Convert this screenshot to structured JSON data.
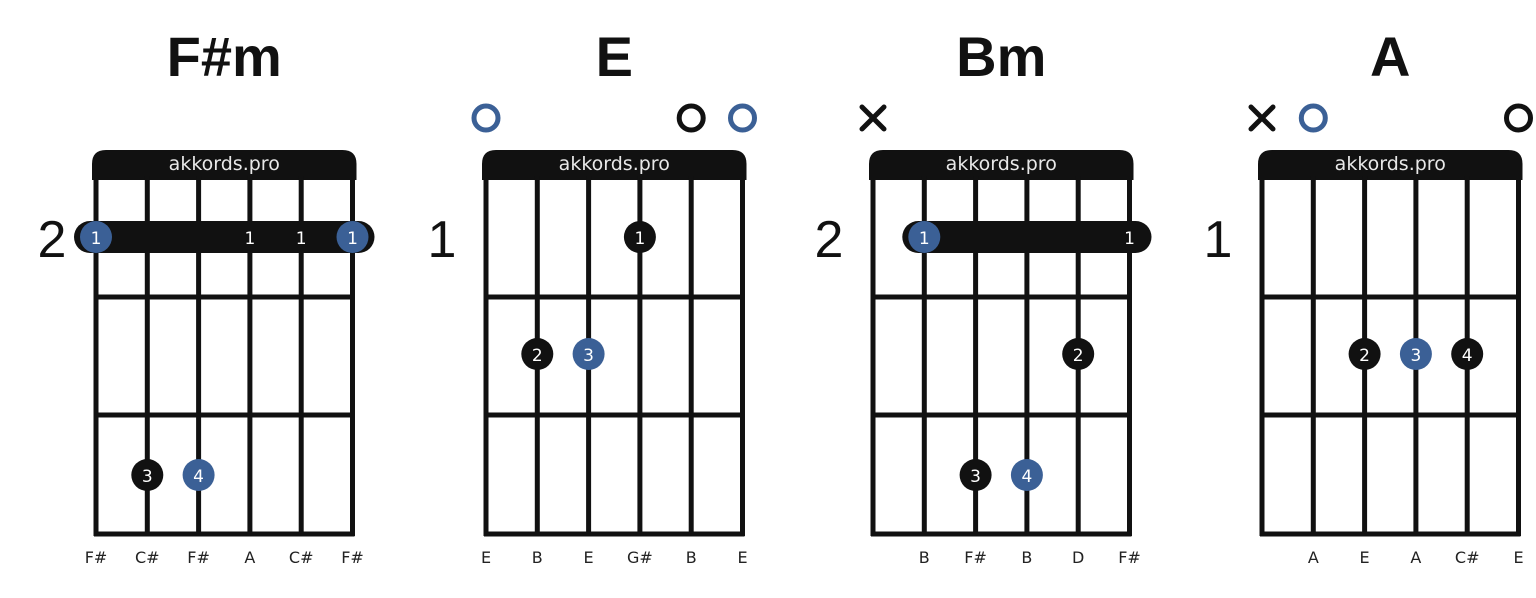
{
  "watermark": "akkords.pro",
  "colors": {
    "blue": "#3b6096",
    "black": "#111111"
  },
  "chords": [
    {
      "name": "F#m",
      "base_fret": "2",
      "markers": [
        null,
        null,
        null,
        null,
        null,
        null
      ],
      "barre": {
        "from": 0,
        "to": 5,
        "fret": 1,
        "labels": [
          {
            "string": 3,
            "text": "1"
          },
          {
            "string": 4,
            "text": "1"
          }
        ]
      },
      "dots": [
        {
          "string": 0,
          "fret": 1,
          "finger": "1",
          "color": "blue"
        },
        {
          "string": 5,
          "fret": 1,
          "finger": "1",
          "color": "blue"
        },
        {
          "string": 1,
          "fret": 3,
          "finger": "3",
          "color": "black"
        },
        {
          "string": 2,
          "fret": 3,
          "finger": "4",
          "color": "blue"
        }
      ],
      "notes": [
        "F#",
        "C#",
        "F#",
        "A",
        "C#",
        "F#"
      ]
    },
    {
      "name": "E",
      "base_fret": "1",
      "markers": [
        {
          "type": "open",
          "color": "blue"
        },
        null,
        null,
        null,
        {
          "type": "open",
          "color": "black"
        },
        {
          "type": "open",
          "color": "blue"
        }
      ],
      "barre": null,
      "dots": [
        {
          "string": 3,
          "fret": 1,
          "finger": "1",
          "color": "black"
        },
        {
          "string": 1,
          "fret": 2,
          "finger": "2",
          "color": "black"
        },
        {
          "string": 2,
          "fret": 2,
          "finger": "3",
          "color": "blue"
        }
      ],
      "notes": [
        "E",
        "B",
        "E",
        "G#",
        "B",
        "E"
      ]
    },
    {
      "name": "Bm",
      "base_fret": "2",
      "markers": [
        {
          "type": "mute",
          "color": "black"
        },
        null,
        null,
        null,
        null,
        null
      ],
      "barre": {
        "from": 1,
        "to": 5,
        "fret": 1,
        "labels": [
          {
            "string": 5,
            "text": "1"
          }
        ]
      },
      "dots": [
        {
          "string": 1,
          "fret": 1,
          "finger": "1",
          "color": "blue"
        },
        {
          "string": 4,
          "fret": 2,
          "finger": "2",
          "color": "black"
        },
        {
          "string": 2,
          "fret": 3,
          "finger": "3",
          "color": "black"
        },
        {
          "string": 3,
          "fret": 3,
          "finger": "4",
          "color": "blue"
        }
      ],
      "notes": [
        "",
        "B",
        "F#",
        "B",
        "D",
        "F#"
      ]
    },
    {
      "name": "A",
      "base_fret": "1",
      "markers": [
        {
          "type": "mute",
          "color": "black"
        },
        {
          "type": "open",
          "color": "blue"
        },
        null,
        null,
        null,
        {
          "type": "open",
          "color": "black"
        }
      ],
      "barre": null,
      "dots": [
        {
          "string": 2,
          "fret": 2,
          "finger": "2",
          "color": "black"
        },
        {
          "string": 3,
          "fret": 2,
          "finger": "3",
          "color": "blue"
        },
        {
          "string": 4,
          "fret": 2,
          "finger": "4",
          "color": "black"
        }
      ],
      "notes": [
        "",
        "A",
        "E",
        "A",
        "C#",
        "E"
      ]
    }
  ]
}
